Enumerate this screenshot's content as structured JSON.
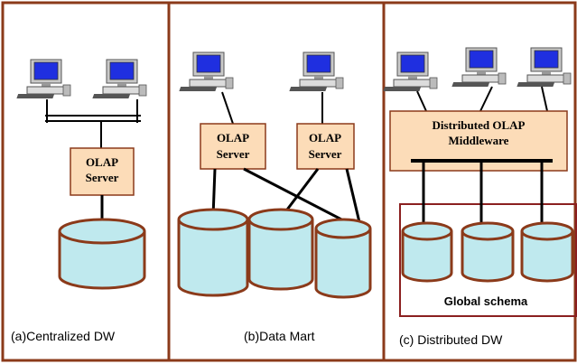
{
  "colors": {
    "frame": "#8b3a1a",
    "box_fill": "#fcdcb8",
    "cyl_fill": "#bfe9ee",
    "cyl_stroke": "#8b3a1a",
    "screen": "#1f2fe0",
    "monitor": "#c9c9c9",
    "line": "#000000"
  },
  "icons": [
    "workstation-icon",
    "database-cylinder-icon"
  ],
  "panels": {
    "a": {
      "server_label_line1": "OLAP",
      "server_label_line2": "Server",
      "caption": "(a)Centralized DW"
    },
    "b": {
      "server1_line1": "OLAP",
      "server1_line2": "Server",
      "server2_line1": "OLAP",
      "server2_line2": "Server",
      "caption": "(b)Data Mart"
    },
    "c": {
      "middleware_line1": "Distributed OLAP",
      "middleware_line2": "Middleware",
      "schema_label": "Global schema",
      "caption": "(c) Distributed DW"
    }
  }
}
